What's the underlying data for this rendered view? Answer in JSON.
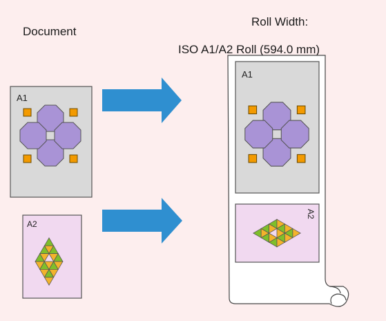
{
  "header": {
    "document_label": "Document",
    "roll_width_label": "Roll Width:",
    "roll_width_value": "ISO A1/A2 Roll (594.0 mm)"
  },
  "pages": {
    "a1_label": "A1",
    "a2_label": "A2"
  },
  "colors": {
    "background": "#fdeeee",
    "a1_page": "#d9d9d9",
    "a2_page": "#f1d9f0",
    "octagon": "#a993d6",
    "square": "#f39a00",
    "triangle_green": "#7fbf2a",
    "triangle_orange": "#f3b32b",
    "arrow": "#2f8fd0"
  },
  "icons": [
    "arrow-right-icon",
    "roll-paper-icon"
  ]
}
